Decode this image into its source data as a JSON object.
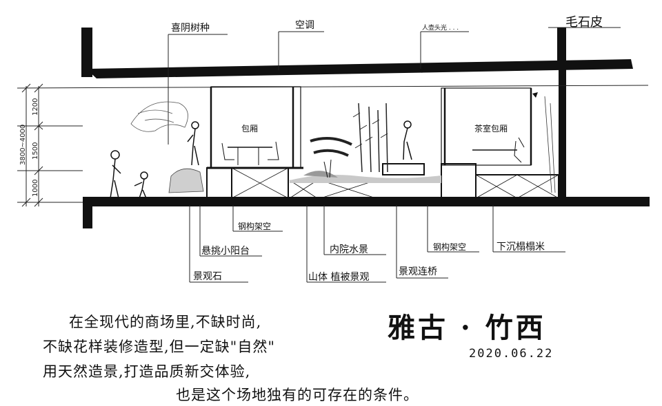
{
  "top_labels": {
    "shade_trees": "喜阴树种",
    "aircon": "空调",
    "light": "人壶头光 . . .",
    "stone": "毛石皮"
  },
  "room_labels": {
    "private_room": "包厢",
    "tea_room": "茶室包厢"
  },
  "dimension_labels": {
    "total": "3800~4000",
    "upper": "1200",
    "middle": "1500",
    "lower": "1000"
  },
  "callouts": {
    "steel_1": "钢构架空",
    "balcony": "悬挑小阳台",
    "rock": "景观石",
    "water": "内院水景",
    "mountain": "山体 植被景观",
    "steel_2": "钢构架空",
    "bridge": "景观连桥",
    "sunken": "下沉榻榻米"
  },
  "notes": {
    "line1": "在全现代的商场里,不缺时尚,",
    "line2": "不缺花样装修造型,但一定缺\"自然\"",
    "line3": "用天然造景,打造品质新交体验,",
    "line4": "也是这个场地独有的可存在的条件。"
  },
  "signature": {
    "brand": "雅古 · 竹西",
    "date": "2020.06.22"
  }
}
